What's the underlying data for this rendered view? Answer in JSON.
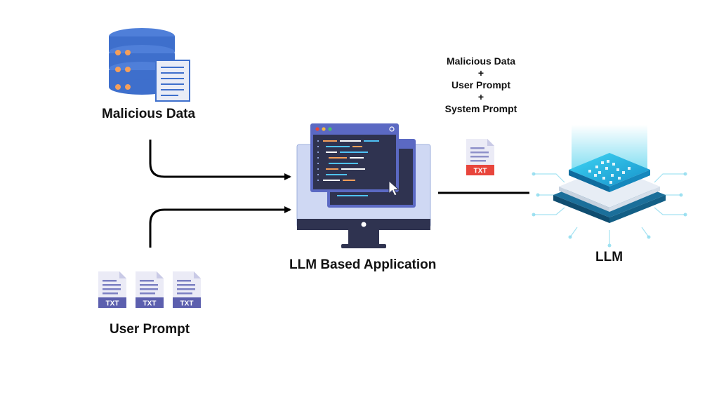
{
  "nodes": {
    "malicious_data": {
      "label": "Malicious Data",
      "icon": "database-document-icon"
    },
    "user_prompt": {
      "label": "User Prompt",
      "icon": "txt-file-icon"
    },
    "app": {
      "label": "LLM Based Application",
      "icon": "monitor-code-icon"
    },
    "llm": {
      "label": "LLM",
      "icon": "chip-icon"
    }
  },
  "payload": {
    "line1": "Malicious Data",
    "plus1": "+",
    "line2": "User Prompt",
    "plus2": "+",
    "line3": "System Prompt"
  },
  "file_badge": "TXT",
  "colors": {
    "db_blue": "#4f7fd9",
    "db_orange": "#f59f5a",
    "txt_purple": "#5c5fae",
    "txt_red": "#e8453c",
    "monitor_dark": "#2f3350",
    "chip_cyan": "#26c6e8"
  }
}
